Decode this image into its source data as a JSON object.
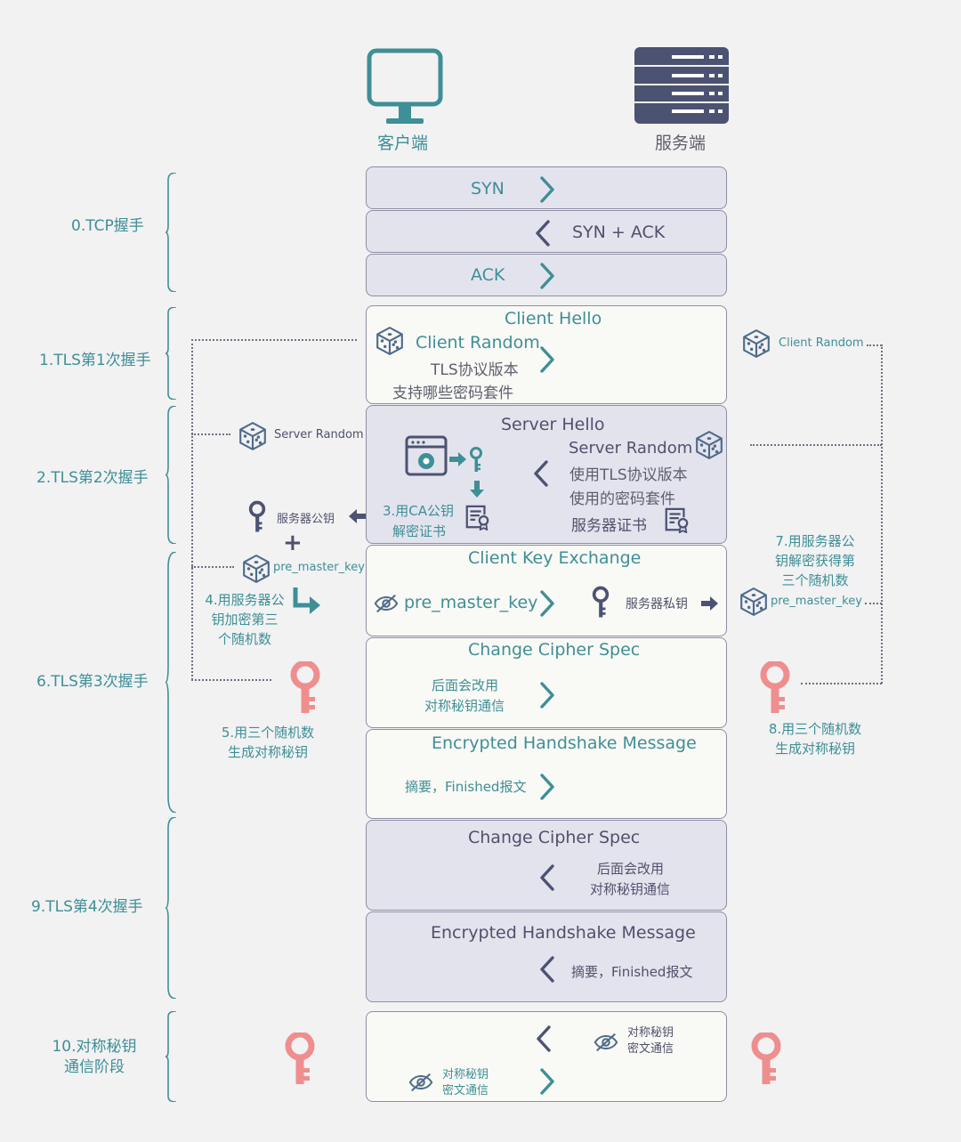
{
  "actors": {
    "client": "客户端",
    "server": "服务端"
  },
  "phases": [
    "0.TCP握手",
    "1.TLS第1次握手",
    "2.TLS第2次握手",
    "6.TLS第3次握手",
    "9.TLS第4次握手",
    "10.对称秘钥通信阶段"
  ],
  "tcp": {
    "syn": "SYN",
    "synack": "SYN + ACK",
    "ack": "ACK"
  },
  "client_hello": {
    "title": "Client Hello",
    "random": "Client Random",
    "version": "TLS协议版本",
    "ciphers": "支持哪些密码套件"
  },
  "server_hello": {
    "title": "Server Hello",
    "random": "Server Random",
    "version": "使用TLS协议版本",
    "cipher": "使用的密码套件",
    "cert": "服务器证书",
    "verify_l1": "3.用CA公钥",
    "verify_l2": "解密证书"
  },
  "client_key_exchange": {
    "title": "Client Key Exchange",
    "pre_master": "pre_master_key",
    "server_private": "服务器私钥"
  },
  "ccs_client": {
    "title": "Change Cipher Spec",
    "l1": "后面会改用",
    "l2": "对称秘钥通信"
  },
  "ehm_client": {
    "title": "Encrypted Handshake Message",
    "text": "摘要，Finished报文"
  },
  "ccs_server": {
    "title": "Change Cipher Spec",
    "l1": "后面会改用",
    "l2": "对称秘钥通信"
  },
  "ehm_server": {
    "title": "Encrypted Handshake Message",
    "text": "摘要，Finished报文"
  },
  "symmetric": {
    "l1": "对称秘钥",
    "l2": "密文通信"
  },
  "left_notes": {
    "server_random": "Server Random",
    "server_pubkey": "服务器公钥",
    "plus": "+",
    "pre_master": "pre_master_key",
    "step4": [
      "4.用服务器公",
      "钥加密第三",
      "个随机数"
    ],
    "step5": [
      "5.用三个随机数",
      "生成对称秘钥"
    ]
  },
  "right_notes": {
    "client_random": "Client Random",
    "step7": [
      "7.用服务器公",
      "钥解密获得第",
      "三个随机数"
    ],
    "pre_master": "pre_master_key",
    "step8": [
      "8.用三个随机数",
      "生成对称秘钥"
    ]
  },
  "colors": {
    "teal": "#3e8f96",
    "navy": "#4c5272",
    "key_pink": "#ee8e8e",
    "purple_box": "#e3e3ee",
    "white_box": "#f9f9f5"
  }
}
